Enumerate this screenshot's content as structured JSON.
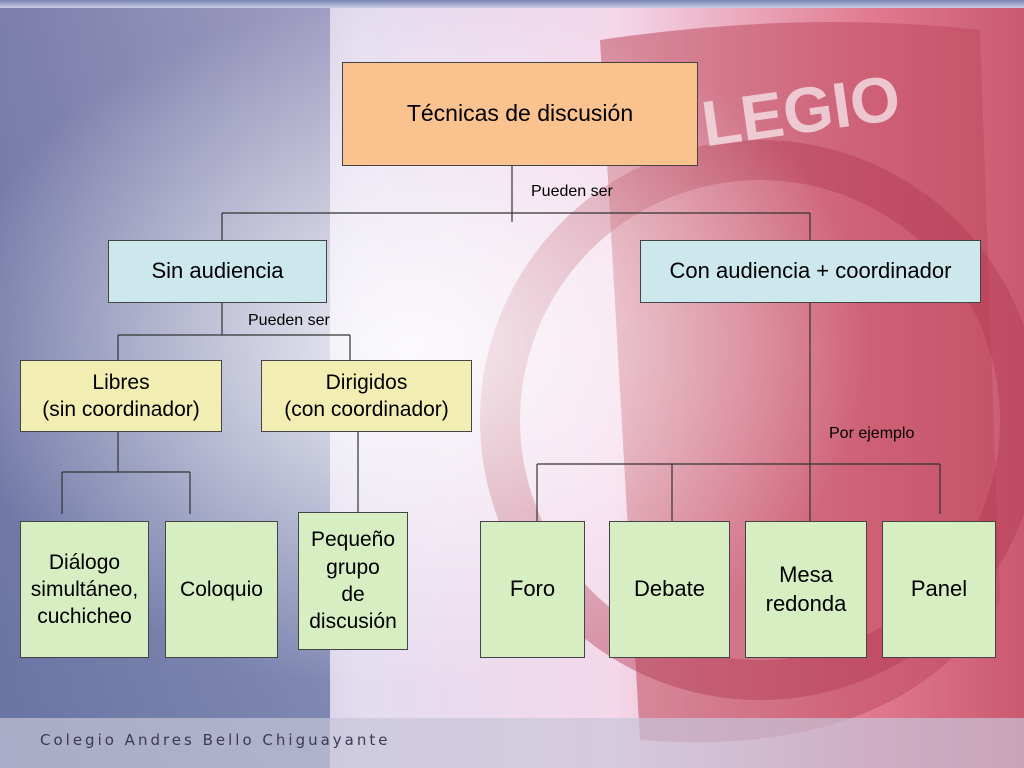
{
  "background": {
    "logo_text": "LEGIO"
  },
  "diagram": {
    "root": "Técnicas de discusión",
    "link_root": "Pueden ser",
    "sin_audiencia": "Sin audiencia",
    "con_audiencia": "Con audiencia + coordinador",
    "link_sin": "Pueden ser",
    "libres": "Libres\n(sin coordinador)",
    "dirigidos": "Dirigidos\n(con coordinador)",
    "link_con": "Por ejemplo",
    "dialogo": "Diálogo\nsimultáneo,\ncuchicheo",
    "coloquio": "Coloquio",
    "pequeno_grupo": "Pequeño\ngrupo\nde\ndiscusión",
    "foro": "Foro",
    "debate": "Debate",
    "mesa_redonda": "Mesa\nredonda",
    "panel": "Panel"
  },
  "footer": "Colegio Andres Bello Chiguayante",
  "colors": {
    "root": "#f9c28f",
    "level1": "#cde8ec",
    "level2": "#f2eeb3",
    "leaves": "#d7edc2"
  }
}
